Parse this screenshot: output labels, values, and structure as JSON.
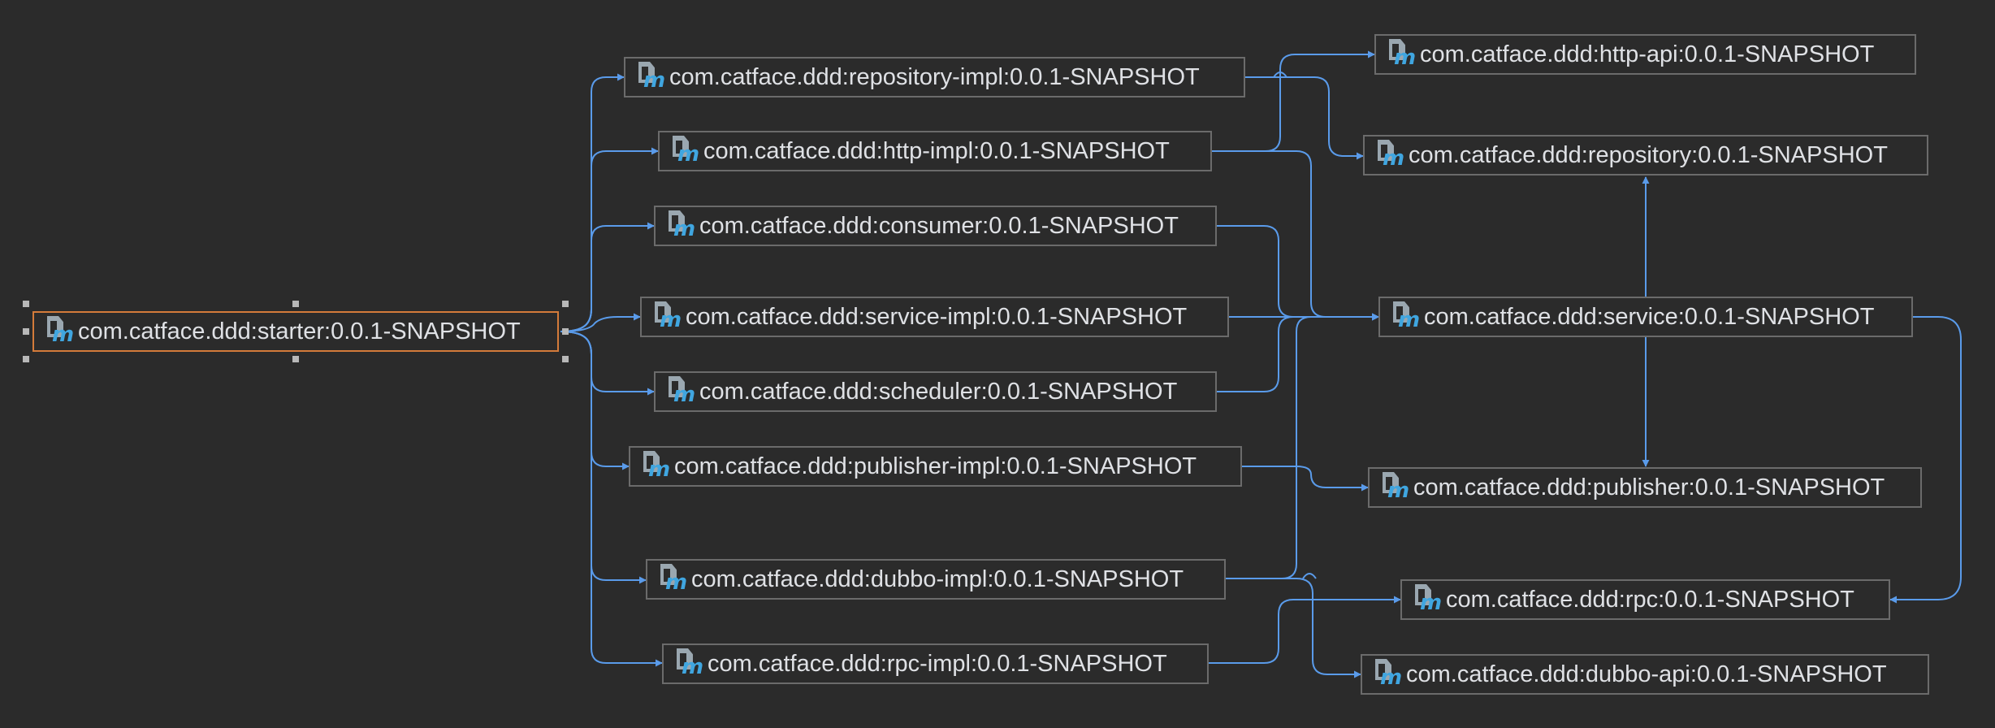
{
  "diagram": {
    "colors": {
      "background": "#2b2b2b",
      "node_border": "#6b6b6b",
      "selected_border": "#d47b3a",
      "edge": "#5a9bea",
      "text": "#dfe1e5",
      "icon_m": "#40a6e0"
    },
    "nodes": {
      "starter": "com.catface.ddd:starter:0.0.1-SNAPSHOT",
      "repository_impl": "com.catface.ddd:repository-impl:0.0.1-SNAPSHOT",
      "http_impl": "com.catface.ddd:http-impl:0.0.1-SNAPSHOT",
      "consumer": "com.catface.ddd:consumer:0.0.1-SNAPSHOT",
      "service_impl": "com.catface.ddd:service-impl:0.0.1-SNAPSHOT",
      "scheduler": "com.catface.ddd:scheduler:0.0.1-SNAPSHOT",
      "publisher_impl": "com.catface.ddd:publisher-impl:0.0.1-SNAPSHOT",
      "dubbo_impl": "com.catface.ddd:dubbo-impl:0.0.1-SNAPSHOT",
      "rpc_impl": "com.catface.ddd:rpc-impl:0.0.1-SNAPSHOT",
      "http_api": "com.catface.ddd:http-api:0.0.1-SNAPSHOT",
      "repository": "com.catface.ddd:repository:0.0.1-SNAPSHOT",
      "service": "com.catface.ddd:service:0.0.1-SNAPSHOT",
      "publisher": "com.catface.ddd:publisher:0.0.1-SNAPSHOT",
      "rpc": "com.catface.ddd:rpc:0.0.1-SNAPSHOT",
      "dubbo_api": "com.catface.ddd:dubbo-api:0.0.1-SNAPSHOT"
    },
    "edges": [
      [
        "starter",
        "repository_impl"
      ],
      [
        "starter",
        "http_impl"
      ],
      [
        "starter",
        "consumer"
      ],
      [
        "starter",
        "service_impl"
      ],
      [
        "starter",
        "scheduler"
      ],
      [
        "starter",
        "publisher_impl"
      ],
      [
        "starter",
        "dubbo_impl"
      ],
      [
        "starter",
        "rpc_impl"
      ],
      [
        "repository_impl",
        "repository"
      ],
      [
        "http_impl",
        "http_api"
      ],
      [
        "http_impl",
        "service"
      ],
      [
        "consumer",
        "service"
      ],
      [
        "service_impl",
        "service"
      ],
      [
        "scheduler",
        "service"
      ],
      [
        "dubbo_impl",
        "service"
      ],
      [
        "publisher_impl",
        "publisher"
      ],
      [
        "dubbo_impl",
        "dubbo_api"
      ],
      [
        "rpc_impl",
        "rpc"
      ],
      [
        "service",
        "repository"
      ],
      [
        "service",
        "publisher"
      ],
      [
        "service",
        "rpc"
      ]
    ]
  }
}
